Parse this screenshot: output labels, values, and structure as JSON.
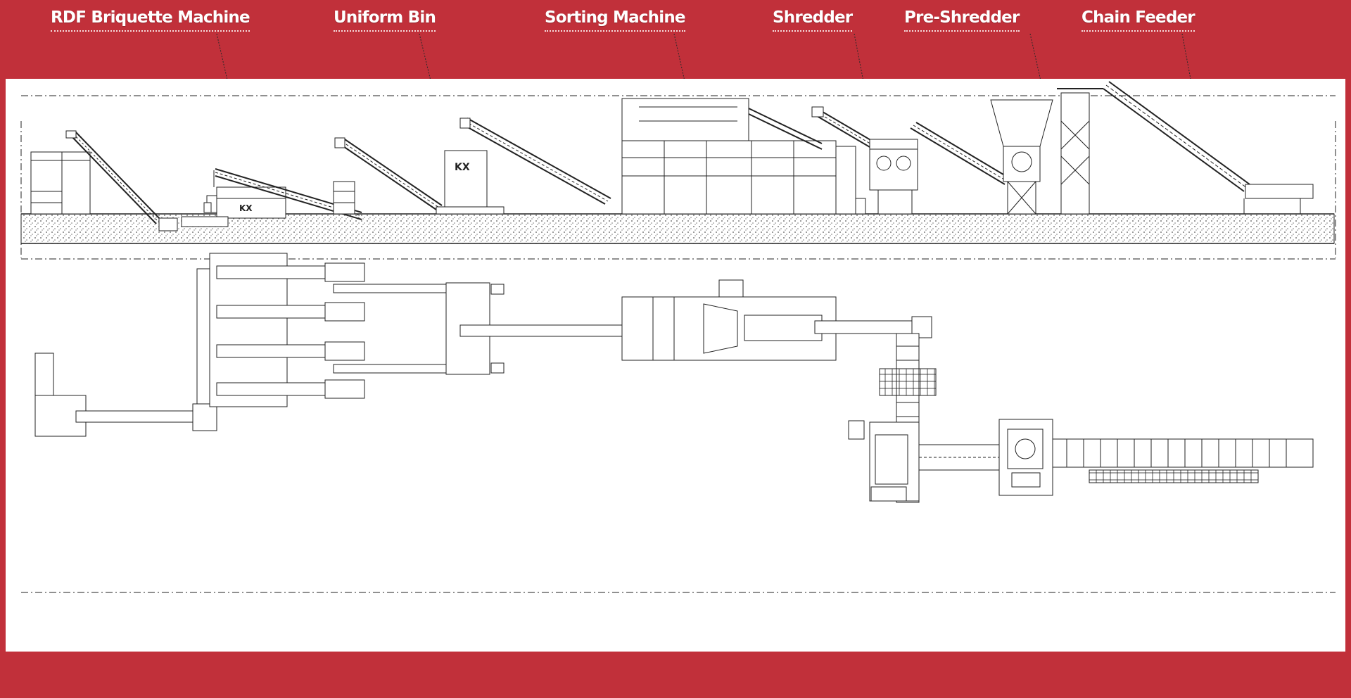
{
  "colors": {
    "background": "#c1303a",
    "panel": "#ffffff",
    "drawing": "#1a1a1a",
    "label_text": "#ffffff"
  },
  "labels": {
    "rdf_briquette": "RDF Briquette Machine",
    "uniform_bin": "Uniform Bin",
    "sorting": "Sorting Machine",
    "shredder": "Shredder",
    "pre_shredder": "Pre-Shredder",
    "chain_feeder": "Chain Feeder"
  },
  "machine_badge": "KX"
}
